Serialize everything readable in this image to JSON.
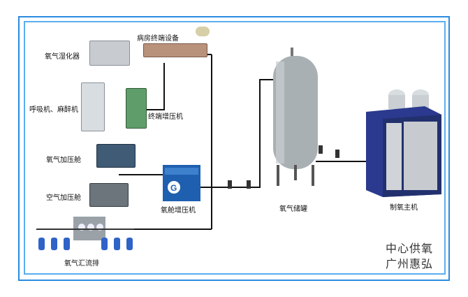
{
  "labels": {
    "humidifier": "氧气湿化器",
    "ward_terminal": "病房终端设备",
    "ventilator": "呼吸机、麻醉机",
    "terminal_booster": "终端增压机",
    "oxygen_chamber": "氧气加压舱",
    "air_chamber": "空气加压舱",
    "chamber_booster": "氧舱增压机",
    "manifold": "氧气汇流排",
    "storage_tank": "氧气储罐",
    "generator": "制氧主机"
  },
  "watermark": {
    "line1": "中心供氧",
    "line2": "广州惠弘"
  },
  "colors": {
    "frame_outer": "#2a8be0",
    "frame_inner": "#5aaef0",
    "pipe": "#111111",
    "tank": "#a9b0b4",
    "generator_blue": "#2b3a8f",
    "booster_blue": "#1f5fb0"
  }
}
